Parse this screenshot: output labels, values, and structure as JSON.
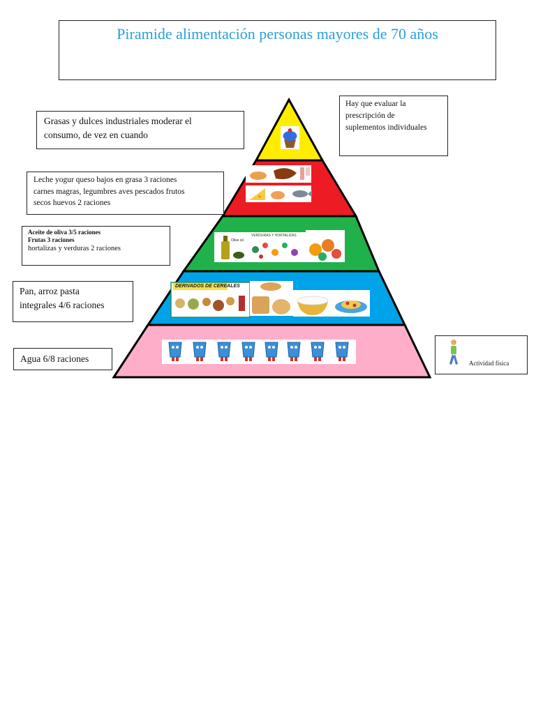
{
  "title": "Piramide alimentación personas mayores de 70 años",
  "labels": {
    "fats": [
      "Grasas y dulces industriales moderar el",
      "consumo, de vez en cuando"
    ],
    "supplements": [
      "Hay que evaluar la",
      "prescripción de",
      "suplementos individuales"
    ],
    "dairy": [
      "Leche yogur queso bajos en grasa 3 raciones",
      "carnes magras, legumbres aves pescados frutos",
      "secos huevos 2 raciones"
    ],
    "oil_line1": "Aceite de oliva 3/5 raciones",
    "oil_line2": "Frutas  3 raciones",
    "oil_line3": "hortalizas y verduras  2 raciones",
    "bread": [
      "Pan, arroz pasta",
      "integrales 4/6 raciones"
    ],
    "water": "Agua 6/8 raciones",
    "activity": "Actividad física"
  },
  "image_captions": {
    "olive_oil": "Olive oil",
    "vegetables": "VERDURAS Y HORTALIZAS",
    "cereals": "DERIVADOS DE CEREALES"
  },
  "colors": {
    "title": "#2b9fd6",
    "tier_yellow": "#ffed00",
    "tier_red": "#ed1c24",
    "tier_green": "#21b14b",
    "tier_blue": "#00a2e8",
    "tier_pink": "#ffaec9"
  },
  "icons": [
    "cupcake-icon",
    "meat-icon",
    "cheese-icon",
    "fish-icon",
    "olive-oil-icon",
    "vegetables-icon",
    "fruits-icon",
    "cereal-icon",
    "bread-icon",
    "rice-icon",
    "pasta-icon",
    "water-glass-icon",
    "walking-person-icon"
  ]
}
